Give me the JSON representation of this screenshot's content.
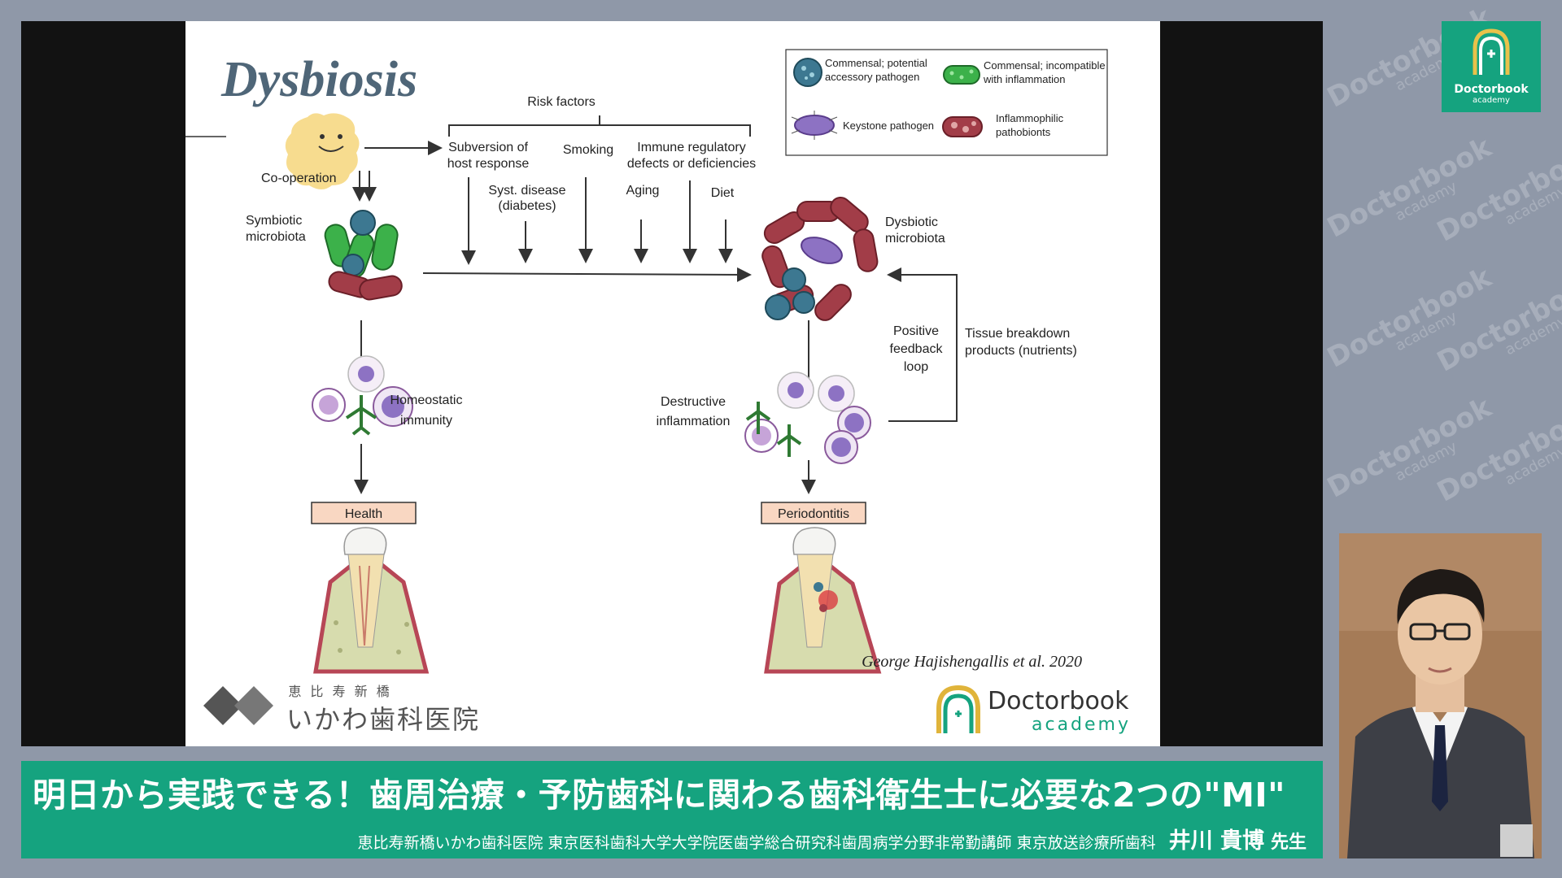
{
  "watermark": {
    "name": "Doctorbook",
    "sub": "academy"
  },
  "slide": {
    "title": "Dysbiosis",
    "legend": {
      "commensal_potential_1": "Commensal; potential",
      "commensal_potential_2": "accessory pathogen",
      "commensal_incompatible_1": "Commensal; incompatible",
      "commensal_incompatible_2": "with inflammation",
      "keystone": "Keystone pathogen",
      "inflammophilic_1": "Inflammophilic",
      "inflammophilic_2": "pathobionts"
    },
    "risk_factors": "Risk factors",
    "subversion_1": "Subversion of",
    "subversion_2": "host response",
    "smoking": "Smoking",
    "immune_1": "Immune regulatory",
    "immune_2": "defects or deficiencies",
    "syst_1": "Syst. disease",
    "syst_2": "(diabetes)",
    "aging": "Aging",
    "diet": "Diet",
    "cooperation": "Co-operation",
    "symbiotic_1": "Symbiotic",
    "symbiotic_2": "microbiota",
    "dysbiotic_1": "Dysbiotic",
    "dysbiotic_2": "microbiota",
    "homeostatic_1": "Homeostatic",
    "homeostatic_2": "immunity",
    "destructive_1": "Destructive",
    "destructive_2": "inflammation",
    "positive_1": "Positive",
    "positive_2": "feedback",
    "positive_3": "loop",
    "tissue_1": "Tissue breakdown",
    "tissue_2": "products (nutrients)",
    "health": "Health",
    "periodontitis": "Periodontitis",
    "citation": "George Hajishengallis  et al. 2020",
    "clinic_small": "恵 比 寿 新 橋",
    "clinic_large": "いかわ歯科医院",
    "brand_1": "Doctorbook",
    "brand_2": "academy"
  },
  "banner": {
    "title": "明日から実践できる！歯周治療・予防歯科に関わる歯科衛生士に必要な2つの\"MI\"",
    "affiliation": "恵比寿新橋いかわ歯科医院 東京医科歯科大学大学院医歯学総合研究科歯周病学分野非常勤講師 東京放送診療所歯科",
    "speaker": "井川 貴博",
    "honorific": "先生"
  },
  "corner_logo": {
    "line1": "Doctorbook",
    "line2": "academy"
  },
  "colors": {
    "banner": "#15a37f",
    "slide_title": "#4f6678",
    "label_box": "#f9d7c2"
  }
}
